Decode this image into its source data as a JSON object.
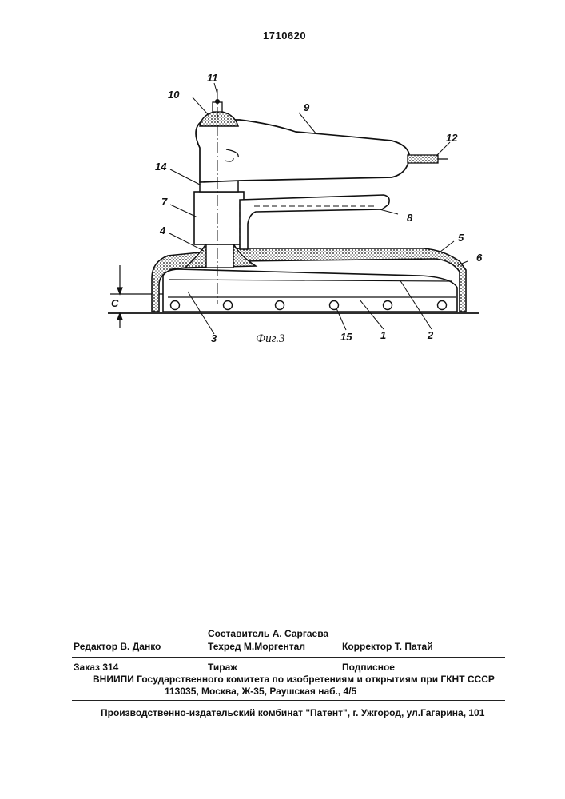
{
  "header": {
    "patent_number": "1710620"
  },
  "figure": {
    "caption": "Фиг.3",
    "dimension_label": "C",
    "part_labels": {
      "p1": "1",
      "p2": "2",
      "p3": "3",
      "p4": "4",
      "p5": "5",
      "p6": "6",
      "p7": "7",
      "p8": "8",
      "p9": "9",
      "p10": "10",
      "p11": "11",
      "p12": "12",
      "p14": "14",
      "p15": "15"
    }
  },
  "imprint": {
    "compiler": "Составитель  А. Саргаева",
    "editor": "Редактор  В. Данко",
    "techred": "Техред М.Моргентал",
    "corrector": "Корректор  Т. Патай",
    "order": "Заказ  314",
    "circulation": "Тираж",
    "subscription": "Подписное",
    "institute": "ВНИИПИ Государственного комитета по изобретениям и открытиям при ГКНТ СССР",
    "address": "113035, Москва, Ж-35, Раушская наб., 4/5",
    "publisher": "Производственно-издательский комбинат \"Патент\", г. Ужгород, ул.Гагарина, 101"
  }
}
